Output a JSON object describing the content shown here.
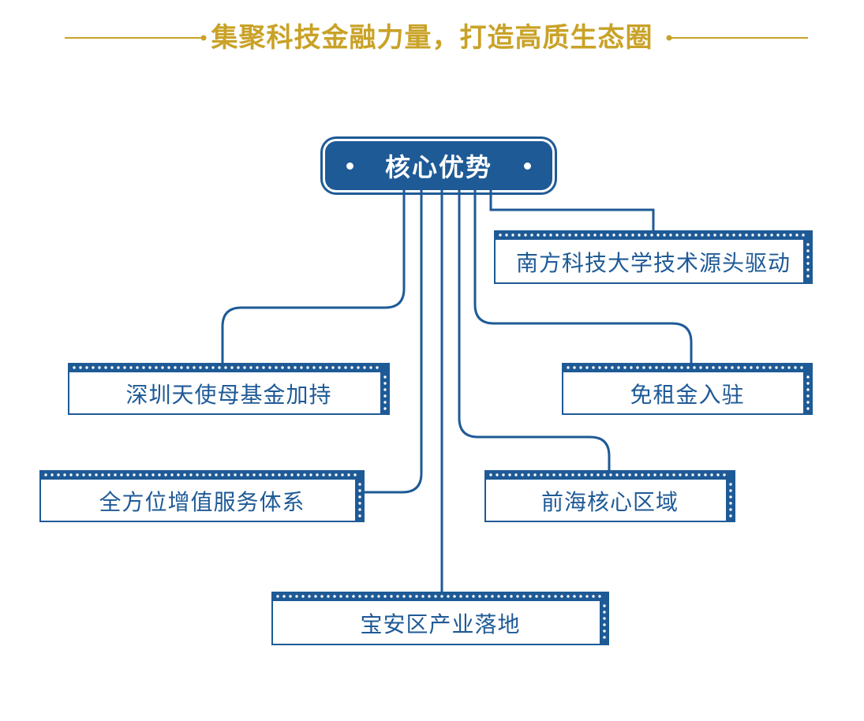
{
  "header": {
    "title": "集聚科技金融力量，打造高质生态圈"
  },
  "hub": {
    "label": "核心优势"
  },
  "nodes": [
    {
      "id": "n1",
      "label": "南方科技大学技术源头驱动"
    },
    {
      "id": "n2",
      "label": "深圳天使母基金加持"
    },
    {
      "id": "n3",
      "label": "免租金入驻"
    },
    {
      "id": "n4",
      "label": "全方位增值服务体系"
    },
    {
      "id": "n5",
      "label": "前海核心区域"
    },
    {
      "id": "n6",
      "label": "宝安区产业落地"
    }
  ],
  "colors": {
    "primary": "#1e5a96",
    "gold": "#c9a227",
    "background": "#ffffff"
  },
  "icons": {
    "hub_dots": "dot-icon"
  }
}
